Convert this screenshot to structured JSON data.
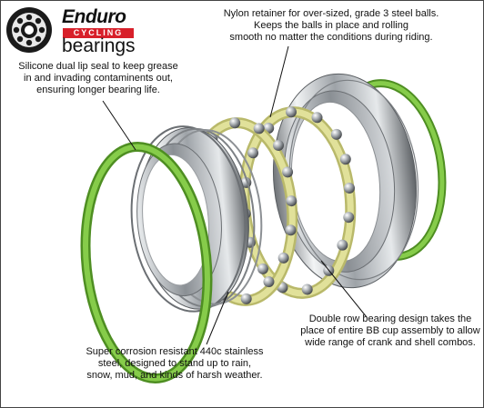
{
  "brand": {
    "name": "Enduro",
    "sub_brand": "CYCLING",
    "product": "bearings",
    "accent_color": "#d8202a"
  },
  "colors": {
    "seal": "#7cc142",
    "seal_dark": "#4e8e22",
    "retainer": "#d9d98a",
    "steel": "#b8bcc0"
  },
  "callouts": {
    "retainer": "Nylon retainer for over-sized, grade 3 steel balls.\nKeeps the balls in place and rolling\nsmooth no matter the conditions during riding.",
    "seal": "Silicone dual lip seal to keep grease\nin and invading contaminents out,\nensuring longer bearing life.",
    "double_row": "Double row bearing design takes the\nplace of entire BB cup assembly to allow\nwide range of crank and shell combos.",
    "stainless": "Super corrosion resistant 440c stainless\nsteel, designed to stand up to rain,\nsnow, mud, and kinds of harsh weather."
  }
}
